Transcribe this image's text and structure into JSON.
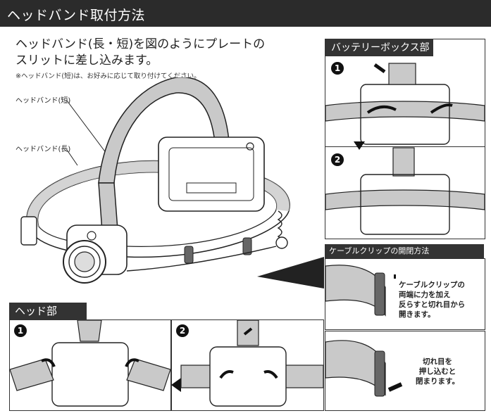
{
  "header": {
    "title": "ヘッドバンド取付方法"
  },
  "intro": {
    "line1": "ヘッドバンド(長・短)を図のようにプレートの",
    "line2": "スリットに差し込みます。",
    "note": "※ヘッドバンド(短)は、お好みに応じて取り付けてください。"
  },
  "labels": {
    "short_band": "ヘッドバンド(短)",
    "long_band": "ヘッドバンド(長)"
  },
  "battery_box": {
    "title": "バッテリーボックス部",
    "step1": "1",
    "step2": "2"
  },
  "cable_clip": {
    "title": "ケーブルクリップの開閉方法",
    "open_line1": "ケーブルクリップの",
    "open_line2": "両端に力を加え",
    "open_line3": "反らすと切れ目から",
    "open_line4": "開きます。",
    "close_line1": "切れ目を",
    "close_line2": "押し込むと",
    "close_line3": "閉まります。"
  },
  "head_part": {
    "title": "ヘッド部",
    "step1": "1",
    "step2": "2"
  },
  "colors": {
    "dark": "#2b2b2b",
    "band_gray": "#c9c9c9",
    "line": "#222222"
  }
}
